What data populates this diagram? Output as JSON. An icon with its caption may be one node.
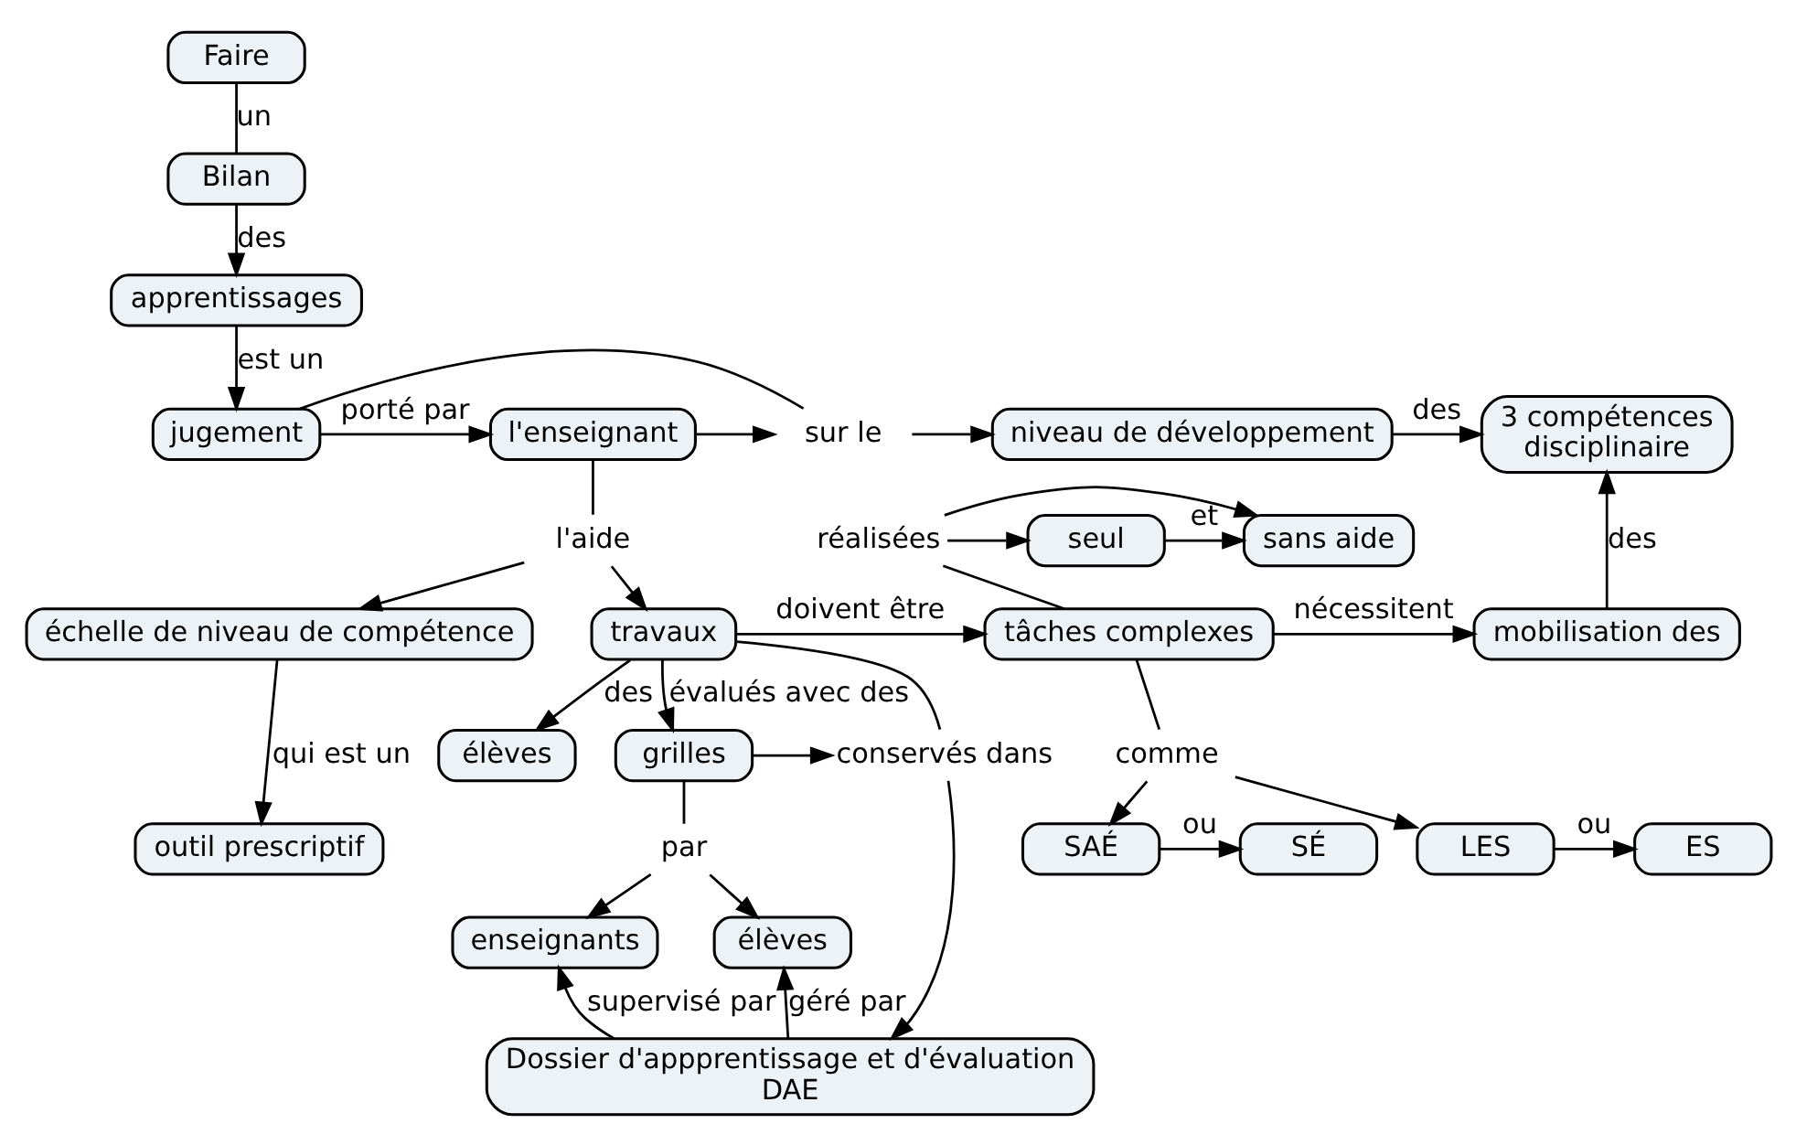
{
  "diagram": {
    "nodes": [
      {
        "text": [
          "Faire"
        ]
      },
      {
        "text": [
          "Bilan"
        ]
      },
      {
        "text": [
          "apprentissages"
        ]
      },
      {
        "text": [
          "l'enseignant"
        ]
      },
      {
        "text": [
          "jugement"
        ]
      },
      {
        "text": [
          "sur le"
        ]
      },
      {
        "text": [
          "niveau de développement"
        ]
      },
      {
        "text": [
          "3 compétences disciplinaire"
        ]
      },
      {
        "text": [
          "l'aide"
        ]
      },
      {
        "text": [
          "seul"
        ]
      },
      {
        "text": [
          "sans aide"
        ]
      },
      {
        "text": [
          "réalisées"
        ]
      },
      {
        "text": [
          "échelle de niveau de compétence"
        ]
      },
      {
        "text": [
          "travaux"
        ]
      },
      {
        "text": [
          "tâches complexes"
        ]
      },
      {
        "text": [
          "mobilisation des"
        ]
      },
      {
        "text": [
          "comme"
        ]
      },
      {
        "text": [
          "élèves"
        ]
      },
      {
        "text": [
          "outil prescriptif"
        ]
      },
      {
        "text": [
          "SÉ"
        ]
      },
      {
        "text": [
          "SAÉ"
        ]
      },
      {
        "text": [
          "LES"
        ]
      },
      {
        "text": [
          "ES"
        ]
      },
      {
        "text": [
          "par"
        ]
      },
      {
        "text": [
          "grilles"
        ]
      },
      {
        "text": [
          "conservés dans"
        ]
      },
      {
        "text": [
          "enseignants"
        ]
      },
      {
        "text": [
          "élèves"
        ]
      },
      {
        "text": [
          "Dossier d'appprentissage et d'évaluation DAE"
        ]
      }
    ],
    "edges": [
      {
        "from": 0,
        "to": 1,
        "arrow": "none",
        "label": "un"
      },
      {
        "from": 1,
        "to": 2,
        "arrow": "to",
        "label": "des"
      },
      {
        "from": 2,
        "to": 4,
        "arrow": "to",
        "label": "est un"
      },
      {
        "from": 4,
        "to": 3,
        "arrow": "to",
        "label": "porté par"
      },
      {
        "from": 4,
        "to": 5,
        "arrow": "none"
      },
      {
        "from": 5,
        "to": 6,
        "arrow": "to"
      },
      {
        "from": 3,
        "to": 5,
        "arrow": "to"
      },
      {
        "from": 6,
        "to": 7,
        "arrow": "to",
        "label": "des"
      },
      {
        "from": 9,
        "to": 10,
        "arrow": "to",
        "label": "et"
      },
      {
        "from": 3,
        "to": 8,
        "arrow": "none"
      },
      {
        "from": 8,
        "to": 12,
        "arrow": "to"
      },
      {
        "from": 8,
        "to": 13,
        "arrow": "to"
      },
      {
        "from": 14,
        "to": 11,
        "arrow": "none"
      },
      {
        "from": 11,
        "to": 9,
        "arrow": "to"
      },
      {
        "from": 11,
        "to": 10,
        "arrow": "to"
      },
      {
        "from": 13,
        "to": 14,
        "arrow": "to",
        "label": "doivent être"
      },
      {
        "from": 14,
        "to": 15,
        "arrow": "to",
        "label": "nécessitent"
      },
      {
        "from": 15,
        "to": 7,
        "arrow": "to",
        "label": "des"
      },
      {
        "from": 12,
        "to": 18,
        "arrow": "to",
        "label": "qui est un"
      },
      {
        "from": 13,
        "to": 17,
        "arrow": "to",
        "label": "des"
      },
      {
        "from": 13,
        "to": 24,
        "arrow": "to",
        "label": "évalués avec des"
      },
      {
        "from": 14,
        "to": 16,
        "arrow": "none"
      },
      {
        "from": 16,
        "to": 20,
        "arrow": "to"
      },
      {
        "from": 16,
        "to": 21,
        "arrow": "to"
      },
      {
        "from": 20,
        "to": 19,
        "arrow": "to",
        "label": "ou"
      },
      {
        "from": 21,
        "to": 22,
        "arrow": "to",
        "label": "ou"
      },
      {
        "from": 24,
        "to": 23,
        "arrow": "none"
      },
      {
        "from": 23,
        "to": 26,
        "arrow": "to"
      },
      {
        "from": 23,
        "to": 27,
        "arrow": "to"
      },
      {
        "from": 24,
        "to": 25,
        "arrow": "to"
      },
      {
        "from": 13,
        "to": 25,
        "arrow": "none"
      },
      {
        "from": 25,
        "to": 28,
        "arrow": "to"
      },
      {
        "from": 28,
        "to": 27,
        "arrow": "to",
        "label": "géré par"
      },
      {
        "from": 28,
        "to": 26,
        "arrow": "to",
        "label": "supervisé par"
      }
    ]
  }
}
